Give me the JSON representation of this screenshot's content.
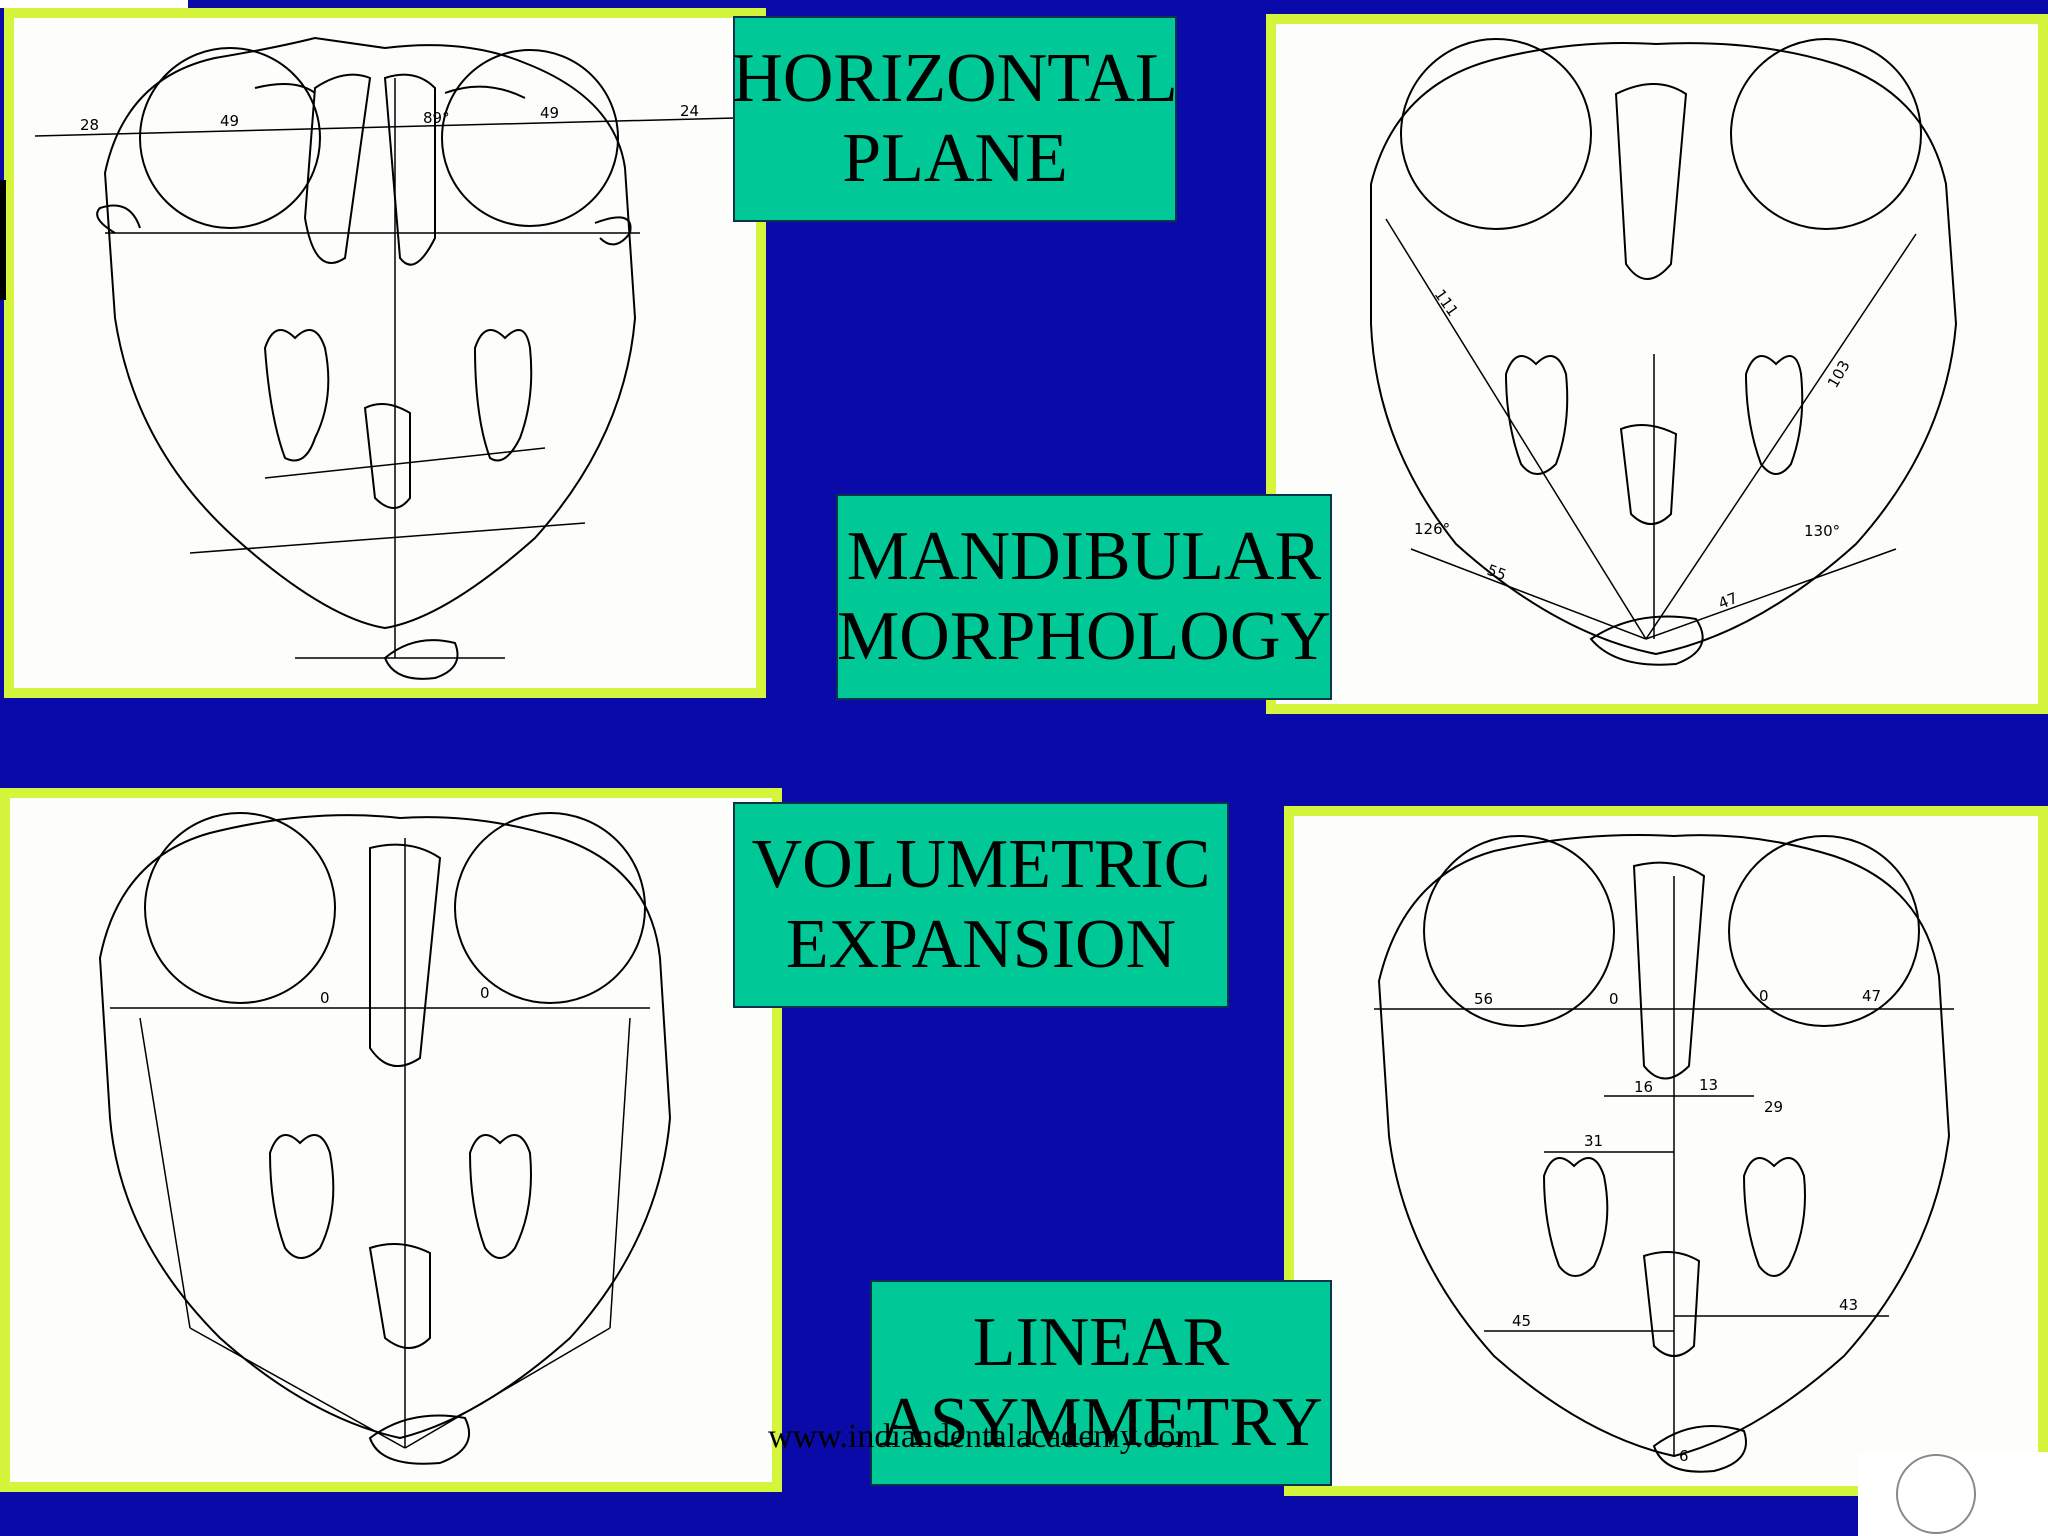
{
  "labels": {
    "horizontal": [
      "HORIZONTAL",
      "PLANE"
    ],
    "mandibular": [
      "MANDIBULAR",
      "MORPHOLOGY"
    ],
    "volumetric": [
      "VOLUMETRIC",
      "EXPANSION"
    ],
    "linear": [
      "LINEAR",
      "ASYMMETRY"
    ]
  },
  "watermark": "www.indiandentalacademy.com",
  "measurements": {
    "horizontal": [
      "28",
      "49",
      "89°",
      "49",
      "24"
    ],
    "mandibular": [
      "111",
      "103",
      "126°",
      "130°",
      "55",
      "47"
    ],
    "volumetric": [
      "0",
      "0"
    ],
    "linear": [
      "56",
      "0",
      "0",
      "47",
      "16",
      "13",
      "29",
      "31",
      "45",
      "43",
      "6"
    ]
  },
  "colors": {
    "background": "#0a0aa8",
    "panel_border": "#d4f53c",
    "label_bg": "#00c896"
  }
}
